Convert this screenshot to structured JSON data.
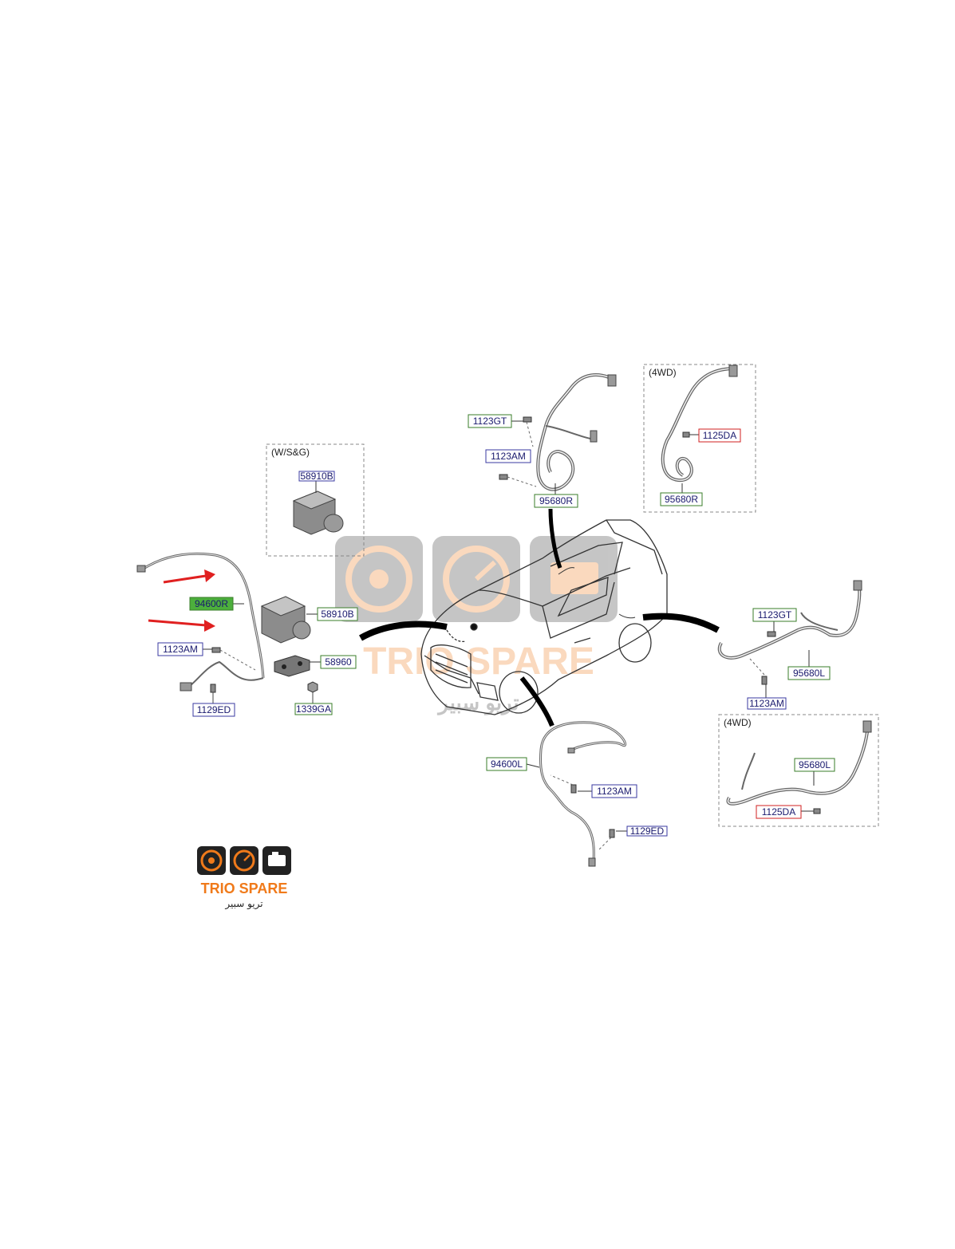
{
  "colors": {
    "green_box": "#3a7d2a",
    "blue_box": "#3a3aa0",
    "red_box": "#d02020",
    "highlight_fill": "#4caf3c",
    "arrow_red": "#e02020",
    "brand_orange": "#f07a1a",
    "brand_dark": "#222222"
  },
  "groups": {
    "ws_g_caption": "(W/S&G)",
    "fwd_top_caption": "(4WD)",
    "fwd_bottom_caption": "(4WD)"
  },
  "parts": {
    "p_58910B_ws": "58910B",
    "p_94600R": "94600R",
    "p_58910B": "58910B",
    "p_1123AM_left": "1123AM",
    "p_58960": "58960",
    "p_1129ED_left": "1129ED",
    "p_1339GA": "1339GA",
    "p_1123GT_top": "1123GT",
    "p_1123AM_top": "1123AM",
    "p_95680R": "95680R",
    "p_1125DA_top": "1125DA",
    "p_95680R_4wd": "95680R",
    "p_1123GT_right": "1123GT",
    "p_95680L": "95680L",
    "p_1123AM_right": "1123AM",
    "p_95680L_4wd": "95680L",
    "p_1125DA_bottom": "1125DA",
    "p_94600L": "94600L",
    "p_1123AM_bottom": "1123AM",
    "p_1129ED_bottom": "1129ED"
  },
  "logo": {
    "brand": "TRIO SPARE",
    "arabic": "تريو سبير",
    "icons": [
      "brake-disc-icon",
      "speedometer-icon",
      "engine-icon"
    ]
  },
  "watermark": {
    "brand": "TRIO SPARE",
    "arabic": "تريو سبير"
  }
}
